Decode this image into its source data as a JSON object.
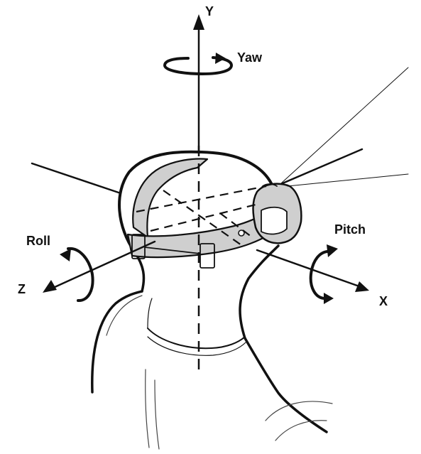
{
  "labels": {
    "y_axis": "Y",
    "yaw": "Yaw",
    "roll": "Roll",
    "z_axis": "Z",
    "pitch": "Pitch",
    "x_axis": "X"
  },
  "colors": {
    "line": "#111111",
    "strap": "#cfcfcf",
    "background": "#ffffff"
  }
}
